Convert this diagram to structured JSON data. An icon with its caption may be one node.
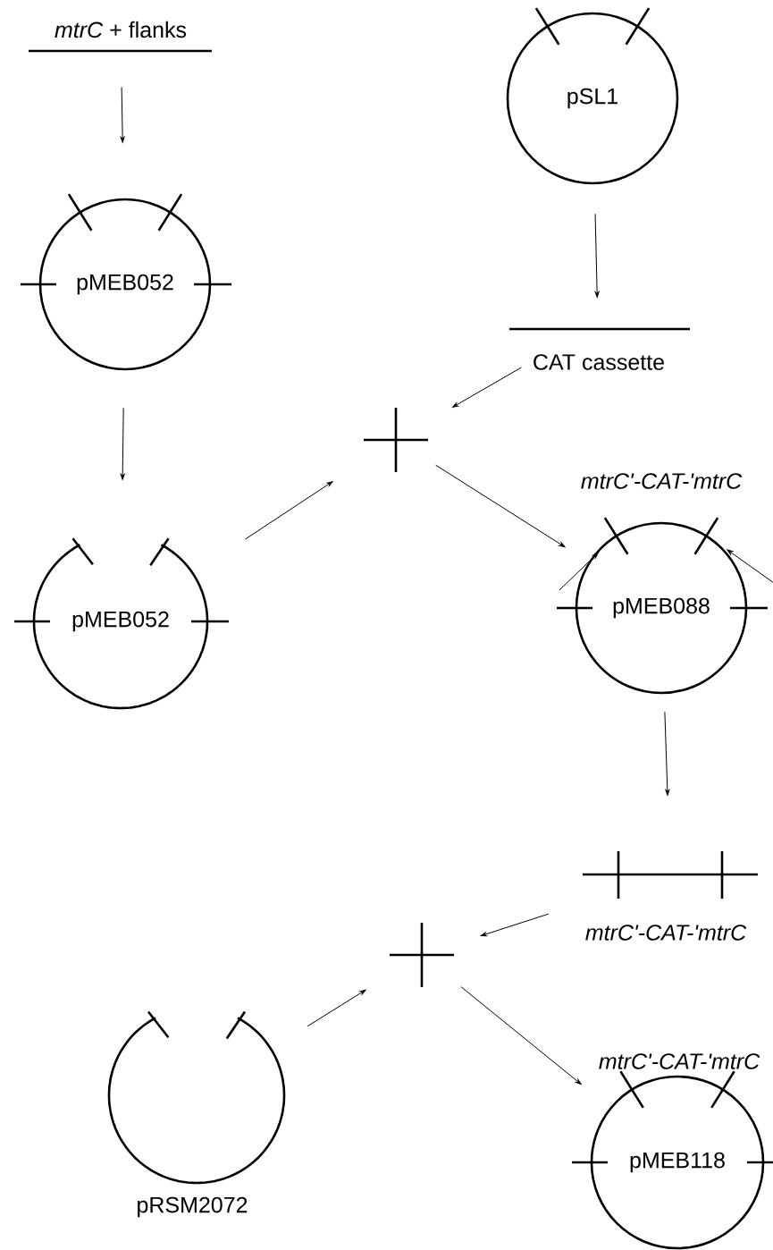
{
  "diagram": {
    "nodes": [
      {
        "text": [
          "*mtrC* + flanks"
        ]
      },
      {
        "text": [
          "pSL1"
        ]
      },
      {
        "text": [
          "pMEB052"
        ]
      },
      {
        "text": [
          "CAT cassette"
        ]
      },
      {
        "text": [],
        "shape": "cross"
      },
      {
        "text": [
          "pMEB052"
        ]
      },
      {
        "text": [
          "mtrC'-CAT-'mtrC",
          "pMEB088"
        ]
      },
      {
        "text": [
          "mtrC'-CAT-'mtrC"
        ]
      },
      {
        "text": [],
        "shape": "cross"
      },
      {
        "text": [
          "pRSM2072"
        ]
      },
      {
        "text": [
          "mtrC'-CAT-'mtrC",
          "pMEB118"
        ]
      }
    ],
    "edges": [
      {
        "from": 0,
        "to": 2,
        "arrow": "to"
      },
      {
        "from": 2,
        "to": 5,
        "arrow": "to"
      },
      {
        "from": 1,
        "to": 3,
        "arrow": "to"
      },
      {
        "from": 3,
        "to": 4,
        "arrow": "to"
      },
      {
        "from": 5,
        "to": 4,
        "arrow": "to"
      },
      {
        "from": 4,
        "to": 6,
        "arrow": "to"
      },
      {
        "from": null,
        "to": 6,
        "arrow": "to"
      },
      {
        "from": null,
        "to": 6,
        "arrow": "to"
      },
      {
        "from": 6,
        "to": 7,
        "arrow": "to"
      },
      {
        "from": 7,
        "to": 8,
        "arrow": "to"
      },
      {
        "from": 9,
        "to": 8,
        "arrow": "to"
      },
      {
        "from": 8,
        "to": 10,
        "arrow": "to"
      }
    ]
  }
}
